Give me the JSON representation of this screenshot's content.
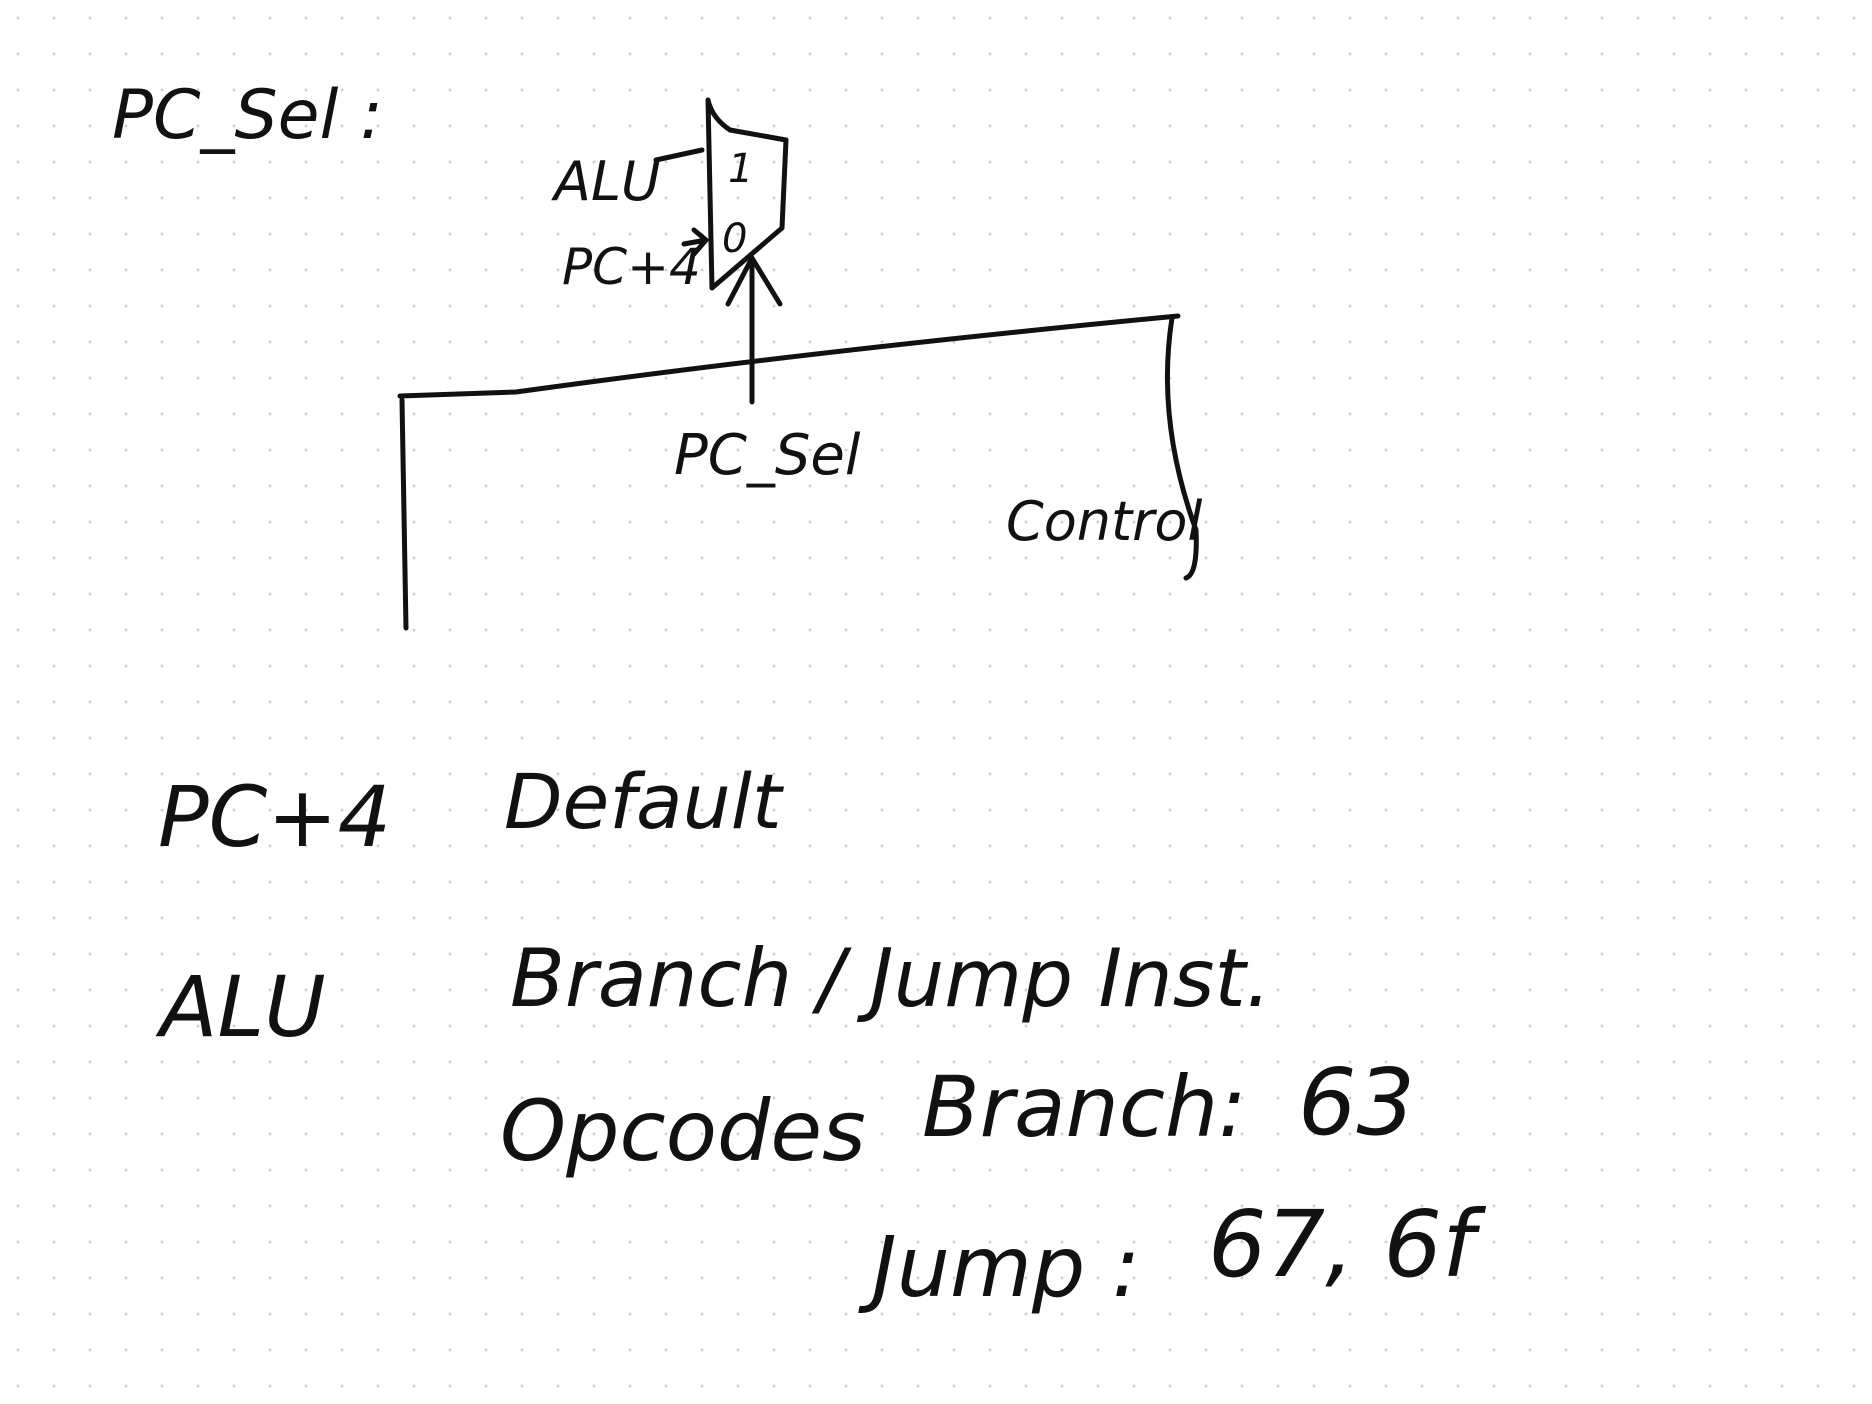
{
  "heading": "PC_Sel :",
  "mux": {
    "input_top_label": "ALU",
    "input_bottom_label": "PC+4",
    "port_top": "1",
    "port_bottom": "0"
  },
  "control": {
    "signal_label": "PC_Sel",
    "block_label": "Control"
  },
  "table": [
    {
      "source": "PC+4",
      "description": "Default"
    },
    {
      "source": "ALU",
      "description": "Branch / Jump Inst."
    }
  ],
  "opcodes": {
    "label": "Opcodes",
    "branch_label": "Branch:",
    "branch_value": "63",
    "jump_label": "Jump :",
    "jump_value": "67, 6f"
  },
  "ink_color": "#111111"
}
